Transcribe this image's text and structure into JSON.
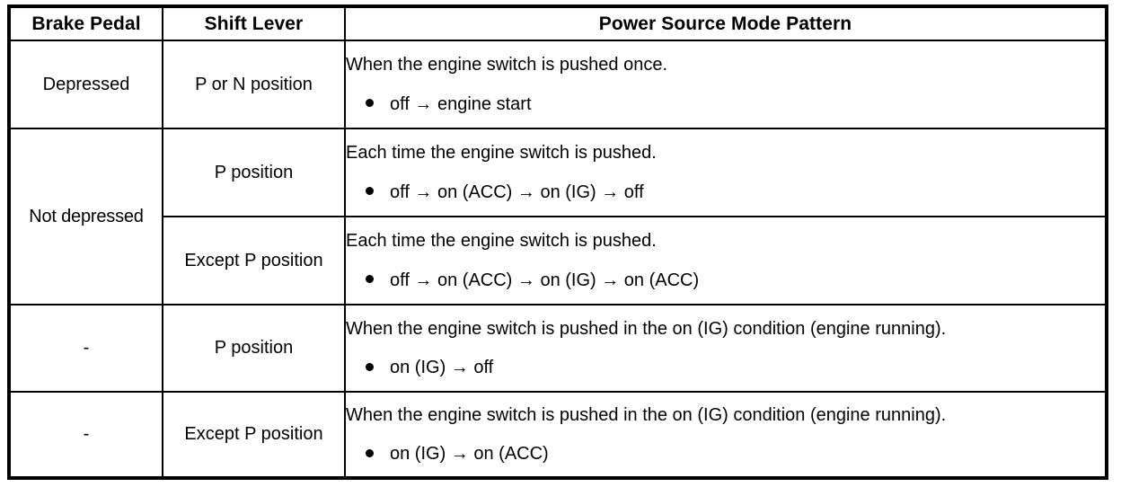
{
  "table": {
    "headers": [
      {
        "label": "Brake Pedal"
      },
      {
        "label": "Shift Lever"
      },
      {
        "label": "Power Source Mode Pattern"
      }
    ],
    "rows": [
      {
        "brake": "Depressed",
        "shift": "P or N position",
        "lead": "When the engine switch is pushed once.",
        "bullet": "off → engine start"
      },
      {
        "brake": "Not depressed",
        "shift": "P position",
        "lead": "Each time the engine switch is pushed.",
        "bullet": "off → on (ACC) → on (IG) → off"
      },
      {
        "brake": "",
        "shift": "Except P position",
        "lead": "Each time the engine switch is pushed.",
        "bullet": "off → on (ACC) → on (IG) → on (ACC)"
      },
      {
        "brake": "-",
        "shift": "P position",
        "lead": "When the engine switch is pushed in the on (IG) condition (engine running).",
        "bullet": "on (IG) → off"
      },
      {
        "brake": "-",
        "shift": "Except P position",
        "lead": "When the engine switch is pushed in the on (IG) condition (engine running).",
        "bullet": "on (IG) → on (ACC)"
      }
    ]
  },
  "colors": {
    "border": "#000000",
    "text": "#000000",
    "background": "#ffffff"
  }
}
